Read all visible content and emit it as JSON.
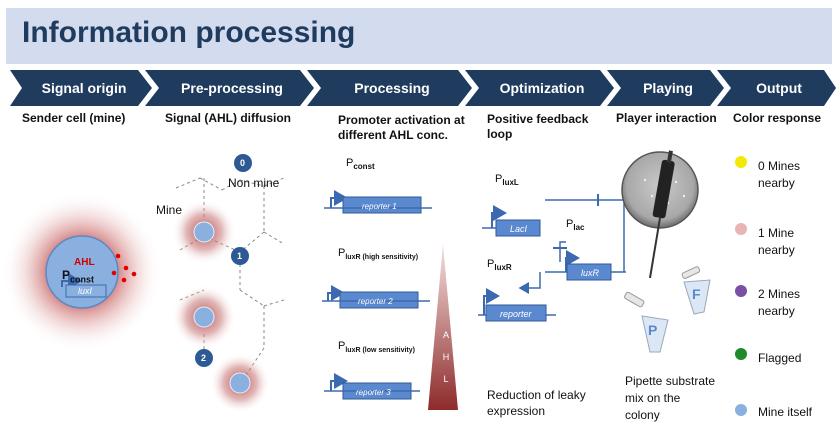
{
  "title": "Information processing",
  "stages": [
    "Signal origin",
    "Pre-processing",
    "Processing",
    "Optimization",
    "Playing",
    "Output"
  ],
  "subheads": {
    "signal_origin": "Sender cell (mine)",
    "pre_processing": "Signal (AHL) diffusion",
    "processing_1": "Promoter activation at",
    "processing_2": "different AHL conc.",
    "optimization_1": "Positive feedback",
    "optimization_2": "loop",
    "playing": "Player interaction",
    "output": "Color response"
  },
  "sender_cell": {
    "ahl": "AHL",
    "promoter": "P",
    "promoter_sub": "const",
    "gene": "luxI"
  },
  "diffusion": {
    "node0": "0",
    "node1": "1",
    "node2": "2",
    "non_mine": "Non mine",
    "mine": "Mine"
  },
  "processing": {
    "p_const": "P",
    "p_const_sub": "const",
    "reporter1": "reporter 1",
    "p_luxr_high": "P",
    "p_luxr_high_sub": "luxR (high sensitivity)",
    "reporter2": "reporter 2",
    "p_luxr_low": "P",
    "p_luxr_low_sub": "luxR (low sensitivity)",
    "reporter3": "reporter 3",
    "ahl_axis": "A H L"
  },
  "optimization": {
    "p_luxl": "P",
    "p_luxl_sub": "luxL",
    "laci": "LacI",
    "p_lac": "P",
    "p_lac_sub": "lac",
    "luxr": "luxR",
    "p_luxr": "P",
    "p_luxr_sub": "luxR",
    "reporter": "reporter",
    "footer_1": "Reduction of leaky",
    "footer_2": "expression"
  },
  "playing": {
    "tube_f": "F",
    "tube_p": "P",
    "footer_1": "Pipette substrate",
    "footer_2": "mix on the",
    "footer_3": "colony"
  },
  "legend": [
    {
      "color": "#f2e80a",
      "line1": "0 Mines",
      "line2": "nearby"
    },
    {
      "color": "#e8b4b4",
      "line1": "1 Mine",
      "line2": "nearby"
    },
    {
      "color": "#7a4fa6",
      "line1": "2 Mines",
      "line2": "nearby"
    },
    {
      "color": "#1e8a2a",
      "line1": "Flagged",
      "line2": ""
    },
    {
      "color": "#8ab0e0",
      "line1": "Mine itself",
      "line2": ""
    }
  ]
}
